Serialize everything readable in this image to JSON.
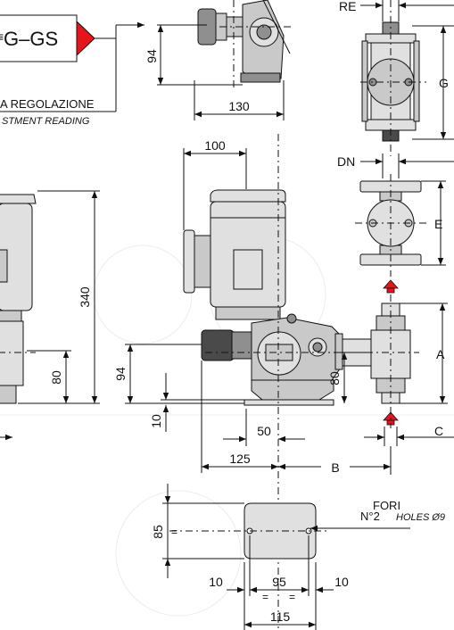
{
  "labels": {
    "tag_text": "G–GS",
    "regolazione": "A REGOLAZIONE",
    "adjustment": "STMENT READING",
    "fori": "FORI",
    "fori_sub": "N°2",
    "holes": "HOLES Ø9"
  },
  "dims": {
    "d94_top": "94",
    "d130": "130",
    "d100": "100",
    "d340": "340",
    "d80_left": "80",
    "d94_mid": "94",
    "d80_mid": "80",
    "d10_v": "10",
    "d50": "50",
    "d125": "125",
    "dB": "B",
    "d85": "85",
    "d10_left": "10",
    "d95": "95",
    "d10_right": "10",
    "d115": "115",
    "dRE": "RE",
    "dG": "G",
    "dDN": "DN",
    "dE": "E",
    "dA": "A",
    "dC": "C"
  },
  "colors": {
    "arrow_red": "#e8141c",
    "line": "#111111",
    "body_grey": "#c9c9c9"
  }
}
